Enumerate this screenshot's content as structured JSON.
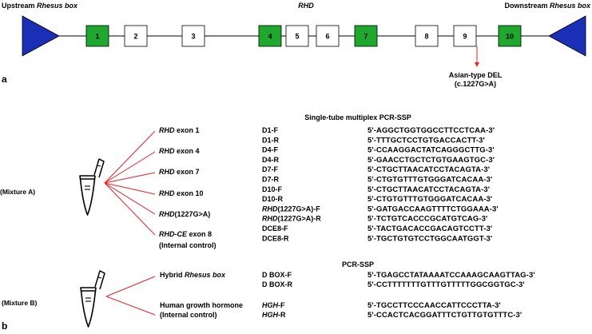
{
  "colors": {
    "exon_green": "#1fa82e",
    "exon_white": "#ffffff",
    "box_blue": "#1a2fb5",
    "line_red": "#e8212a",
    "ink": "#000000"
  },
  "panel_a": {
    "label": "a",
    "upstream_pre": "Upstream ",
    "upstream_em": "Rhesus box",
    "gene": "RHD",
    "downstream_pre": "Downstream ",
    "downstream_em": "Rhesus box",
    "exons": [
      {
        "label": "1",
        "highlight": true
      },
      {
        "label": "2",
        "highlight": false
      },
      {
        "label": "3",
        "highlight": false
      },
      {
        "label": "4",
        "highlight": true
      },
      {
        "label": "5",
        "highlight": false
      },
      {
        "label": "6",
        "highlight": false
      },
      {
        "label": "7",
        "highlight": true
      },
      {
        "label": "8",
        "highlight": false
      },
      {
        "label": "9",
        "highlight": false
      },
      {
        "label": "10",
        "highlight": true
      }
    ],
    "del_label_1": "Asian-type DEL",
    "del_label_2": "(c.1227G>A)"
  },
  "panel_b": {
    "label": "b",
    "multiplex_title": "Single-tube multiplex PCR-SSP",
    "mixture_a": "(Mixture A)",
    "targets_a": [
      {
        "em": "RHD",
        "rest": " exon 1"
      },
      {
        "em": "RHD",
        "rest": " exon 4"
      },
      {
        "em": "RHD",
        "rest": " exon 7"
      },
      {
        "em": "RHD",
        "rest": " exon 10"
      },
      {
        "em": "RHD",
        "rest": "(1227G>A)"
      },
      {
        "em": "RHD-CE",
        "rest": " exon 8"
      }
    ],
    "internal_control_a": "(Internal control)",
    "primers_a": [
      {
        "em": "",
        "rest": "D1-F",
        "seq": "5'-AGGCTGGTGGCCTTCCTCAA-3'"
      },
      {
        "em": "",
        "rest": "D1-R",
        "seq": "5'-TTTGCTCCTGTGACCACTT-3'"
      },
      {
        "em": "",
        "rest": "D4-F",
        "seq": "5'-CCAAGGACTATCAGGGCTTG-3'"
      },
      {
        "em": "",
        "rest": "D4-R",
        "seq": "5'-GAACCTGCTCTGTGAAGTGC-3'"
      },
      {
        "em": "",
        "rest": "D7-F",
        "seq": "5'-CTGCTTAACATCCTACAGTA-3'"
      },
      {
        "em": "",
        "rest": "D7-R",
        "seq": "5'-CTGTGTTTGTGGGATCACAA-3'"
      },
      {
        "em": "",
        "rest": "D10-F",
        "seq": "5'-CTGCTTAACATCCTACAGTA-3'"
      },
      {
        "em": "",
        "rest": "D10-R",
        "seq": "5'-CTGTGTTTGTGGGATCACAA-3'"
      },
      {
        "em": "RHD",
        "rest": "(1227G>A)-F",
        "seq": "5'-GATGACCAAGTTTTCTGGAAA-3'"
      },
      {
        "em": "RHD",
        "rest": "(1227G>A)-R",
        "seq": "5'-TCTGTCACCCGCATGTCAG-3'"
      },
      {
        "em": "",
        "rest": "DCE8-F",
        "seq": "5'-TACTGACACCGACAGTCCTT-3'"
      },
      {
        "em": "",
        "rest": "DCE8-R",
        "seq": "5'-TGCTGTGTCCTGGCAATGGT-3'"
      }
    ],
    "ssp_title": "PCR-SSP",
    "mixture_b": "(Mixture B)",
    "hybrid_pre": "Hybrid ",
    "hybrid_em": "Rhesus box",
    "hgh_label": "Human growth hormone",
    "internal_control_b": "(Internal control)",
    "primers_b": [
      {
        "em": "",
        "rest": "D BOX-F",
        "seq": "5'-TGAGCCTATAAAATCCAAAGCAAGTTAG-3'"
      },
      {
        "em": "",
        "rest": "D BOX-R",
        "seq": "5'-CCTTTTTTTGTTTGTTTTTGGCGGTGC-3'"
      },
      {
        "em": "HGH",
        "rest": "-F",
        "seq": "5'-TGCCTTCCCAACCATTCCCTTA-3'"
      },
      {
        "em": "HGH",
        "rest": "-R",
        "seq": "5'-CCACTCACGGATTTCTGTTGTGTTTC-3'"
      }
    ]
  }
}
